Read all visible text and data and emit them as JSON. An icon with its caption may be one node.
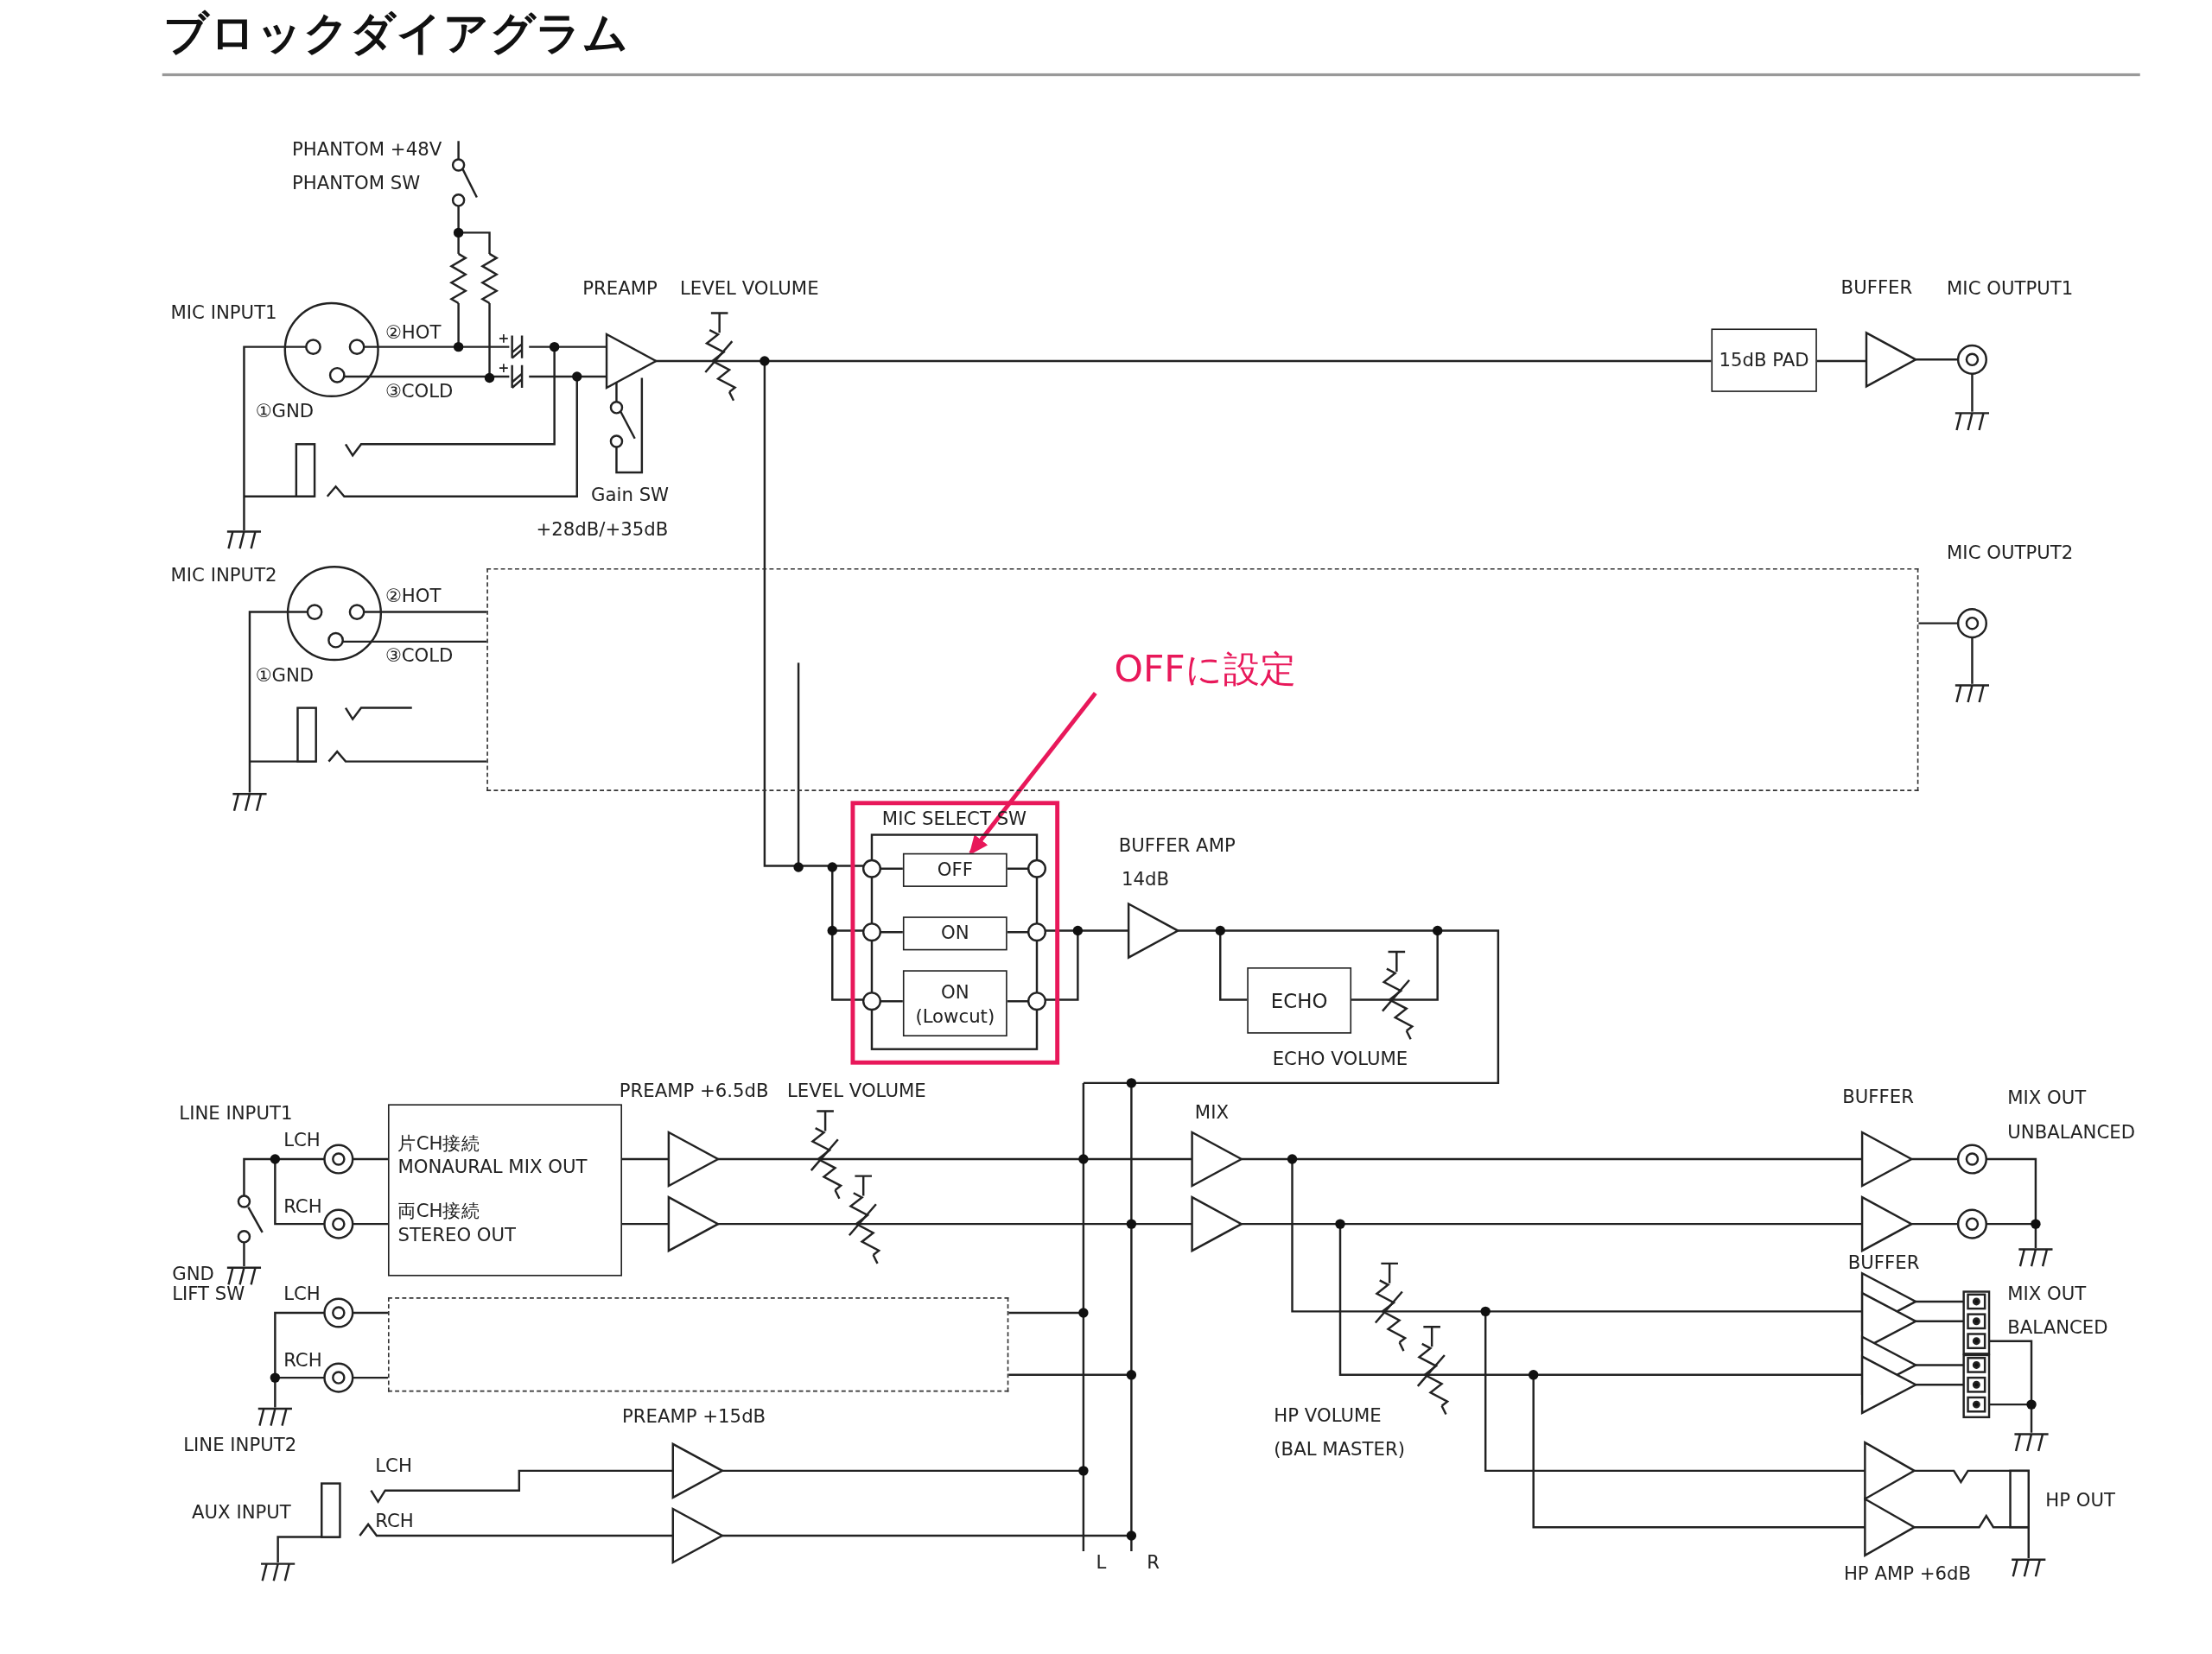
{
  "diagram": {
    "title": "ブロックダイアグラム",
    "nodes": [
      {
        "text": [
          "15dB PAD"
        ]
      },
      {
        "text": [],
        "shape": "box"
      },
      {
        "text": [
          "OFFに設定"
        ],
        "in": 1
      },
      {
        "text": [],
        "shape": "box"
      },
      {
        "text": [
          "MIC SELECT SW"
        ],
        "in": 3
      },
      {
        "text": [
          "OFF"
        ],
        "in": 4
      },
      {
        "text": [
          "ON"
        ],
        "in": 4
      },
      {
        "text": [
          "ON (Lowcut)"
        ],
        "in": 4
      },
      {
        "text": [
          "ECHO"
        ]
      },
      {
        "text": [
          "片CH接続 MONAURAL MIX OUT",
          "両CH接続 STEREO OUT"
        ]
      },
      {
        "text": [],
        "shape": "box"
      }
    ],
    "edges": [
      {
        "from": 2,
        "to": 5,
        "arrow": "to",
        "color": "#e8185a"
      }
    ],
    "labels": [
      "PHANTOM +48V",
      "PHANTOM SW",
      "PREAMP",
      "LEVEL VOLUME",
      "BUFFER",
      "MIC OUTPUT1",
      "MIC INPUT1",
      "②HOT",
      "③COLD",
      "①GND",
      "Gain SW",
      "+28dB/+35dB",
      "MIC OUTPUT2",
      "MIC INPUT2",
      "②HOT",
      "③COLD",
      "①GND",
      "BUFFER AMP",
      "14dB",
      "ECHO VOLUME",
      "PREAMP +6.5dB",
      "LEVEL VOLUME",
      "BUFFER",
      "MIX OUT",
      "LINE INPUT1",
      "MIX",
      "UNBALANCED",
      "LCH",
      "RCH",
      "BUFFER",
      "GND",
      "LIFT SW",
      "LCH",
      "MIX OUT",
      "BALANCED",
      "RCH",
      "PREAMP +15dB",
      "HP VOLUME",
      "LINE INPUT2",
      "(BAL MASTER)",
      "LCH",
      "HP OUT",
      "AUX INPUT",
      "RCH",
      "L",
      "R",
      "HP AMP +6dB"
    ]
  }
}
